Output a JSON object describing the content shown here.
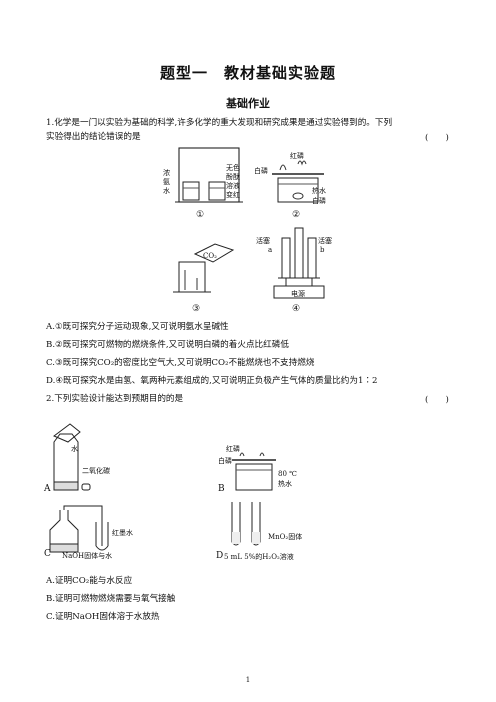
{
  "header": {
    "title": "题型一　教材基础实验题",
    "subtitle": "基础作业"
  },
  "q1": {
    "line1": "1.化学是一门以实验为基础的科学,许多化学的重大发现和研究成果是通过实验得到的。下列",
    "line2": "实验得出的结论错误的是",
    "paren": "(　　)",
    "fig1": {
      "label": "①",
      "left_text": "浓\n氨\n水",
      "right_text": "无色\n酚酞\n溶液\n变红"
    },
    "fig2": {
      "label": "②",
      "t_white": "白磷",
      "t_red": "红磷",
      "t_hot": "热水",
      "t_white2": "白磷"
    },
    "fig3": {
      "label": "③",
      "t_co2": "CO₂"
    },
    "fig4": {
      "label": "④",
      "t_plugA": "活塞",
      "t_a": "a",
      "t_plugB": "活塞",
      "t_b": "b",
      "t_power": "电源"
    },
    "options": [
      "A.①既可探究分子运动现象,又可说明氨水呈碱性",
      "B.②既可探究可燃物的燃烧条件,又可说明白磷的着火点比红磷低",
      "C.③既可探究CO₂的密度比空气大,又可说明CO₂不能燃烧也不支持燃烧",
      "D.④既可探究水是由氢、氧两种元素组成的,又可说明正负极产生气体的质量比约为1∶2"
    ]
  },
  "q2": {
    "line1": "2.下列实验设计能达到预期目的的是",
    "paren": "(　　)",
    "figA": {
      "label": "A",
      "t_water": "水",
      "t_co2": "二氧化碳"
    },
    "figB": {
      "label": "B",
      "t_red": "红磷",
      "t_white": "白磷",
      "t_temp": "80 ℃",
      "t_hot": "热水"
    },
    "figC": {
      "label": "C",
      "t_ink": "红墨水",
      "t_naoh": "NaOH固体与水"
    },
    "figD": {
      "label": "D",
      "t_mno2": "MnO₂固体",
      "t_h2o2": "5 mL 5%的H₂O₂溶液"
    },
    "options": [
      "A.证明CO₂能与水反应",
      "B.证明可燃物燃烧需要与氧气接触",
      "C.证明NaOH固体溶于水放热"
    ]
  },
  "footer": {
    "page": "1"
  }
}
